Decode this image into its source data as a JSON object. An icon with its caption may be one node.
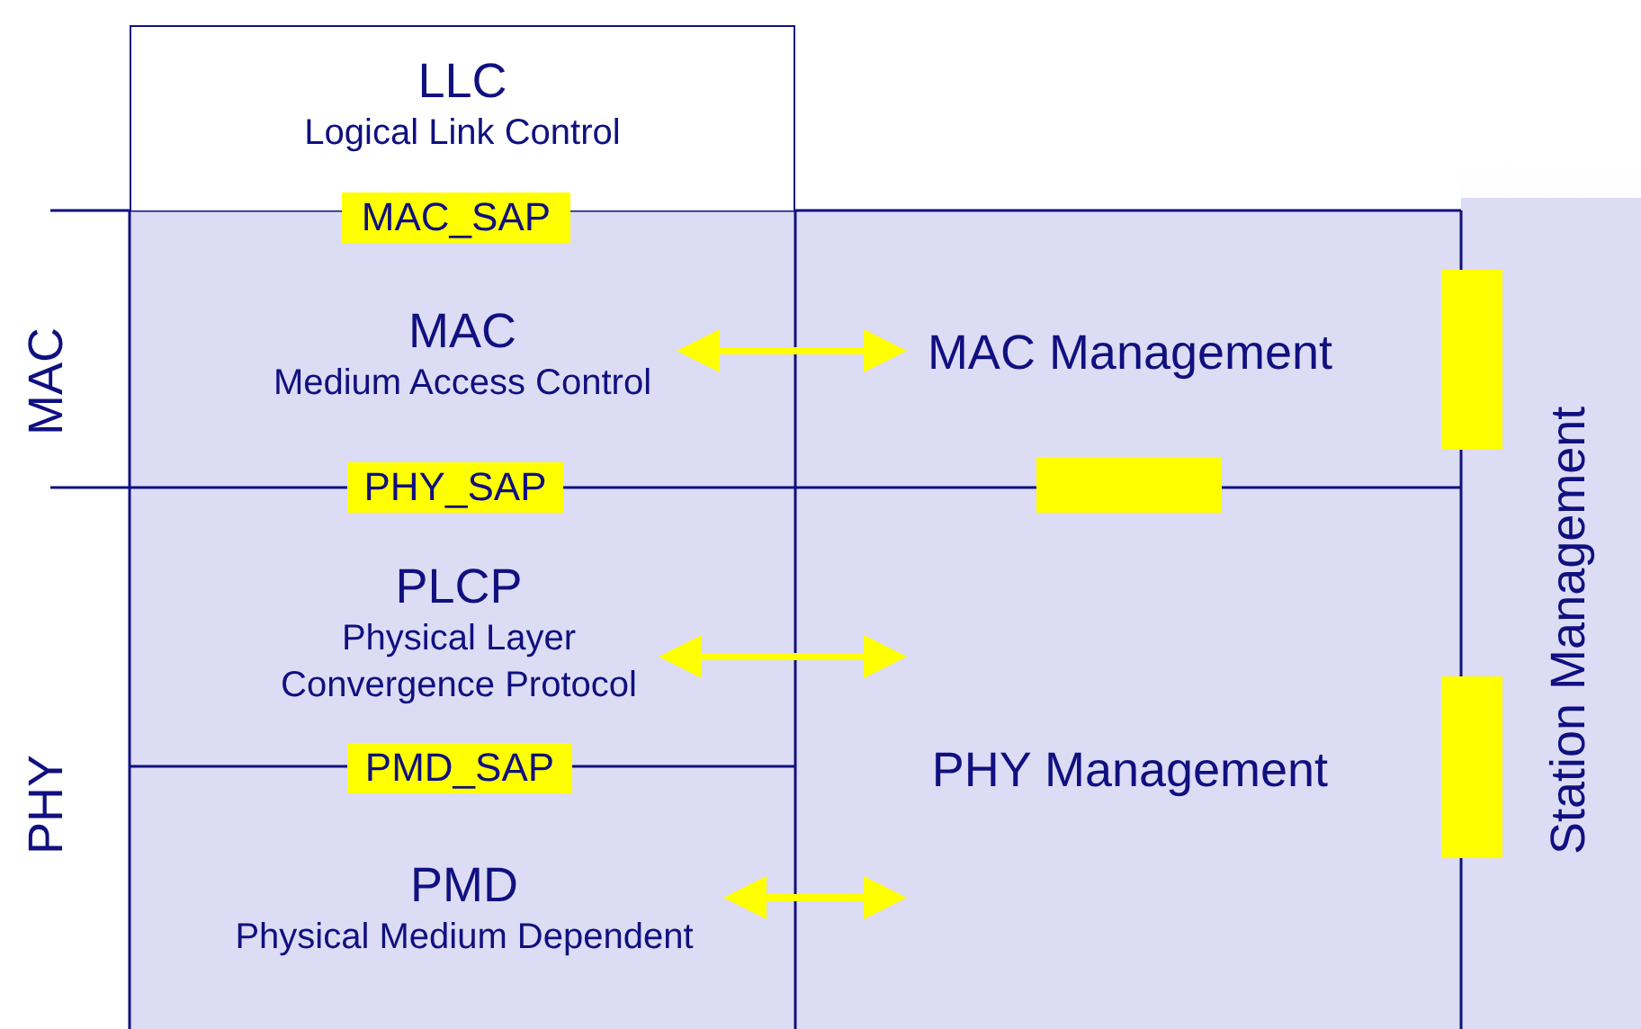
{
  "diagram": {
    "nodes": [
      {
        "text": [
          "LLC",
          "Logical Link Control"
        ]
      },
      {
        "text": [
          "MAC_SAP"
        ]
      },
      {
        "text": [
          "MAC",
          "Medium Access Control"
        ]
      },
      {
        "text": [
          "MAC Management"
        ]
      },
      {
        "text": [],
        "shape": "box"
      },
      {
        "text": [
          "PHY_SAP"
        ]
      },
      {
        "text": [],
        "shape": "box"
      },
      {
        "text": [
          "PLCP",
          "Physical Layer Convergence Protocol"
        ]
      },
      {
        "text": [
          "PMD_SAP"
        ]
      },
      {
        "text": [
          "PHY Management"
        ]
      },
      {
        "text": [],
        "shape": "box"
      },
      {
        "text": [
          "PMD",
          "Physical Medium Dependent"
        ]
      },
      {
        "text": [
          "Station Management"
        ]
      }
    ],
    "edges": [
      {
        "from": 2,
        "to": 3,
        "arrow": "both"
      },
      {
        "from": 7,
        "to": 9,
        "arrow": "both"
      },
      {
        "from": 11,
        "to": 9,
        "arrow": "both"
      }
    ],
    "labels": [
      "MAC",
      "PHY"
    ]
  }
}
